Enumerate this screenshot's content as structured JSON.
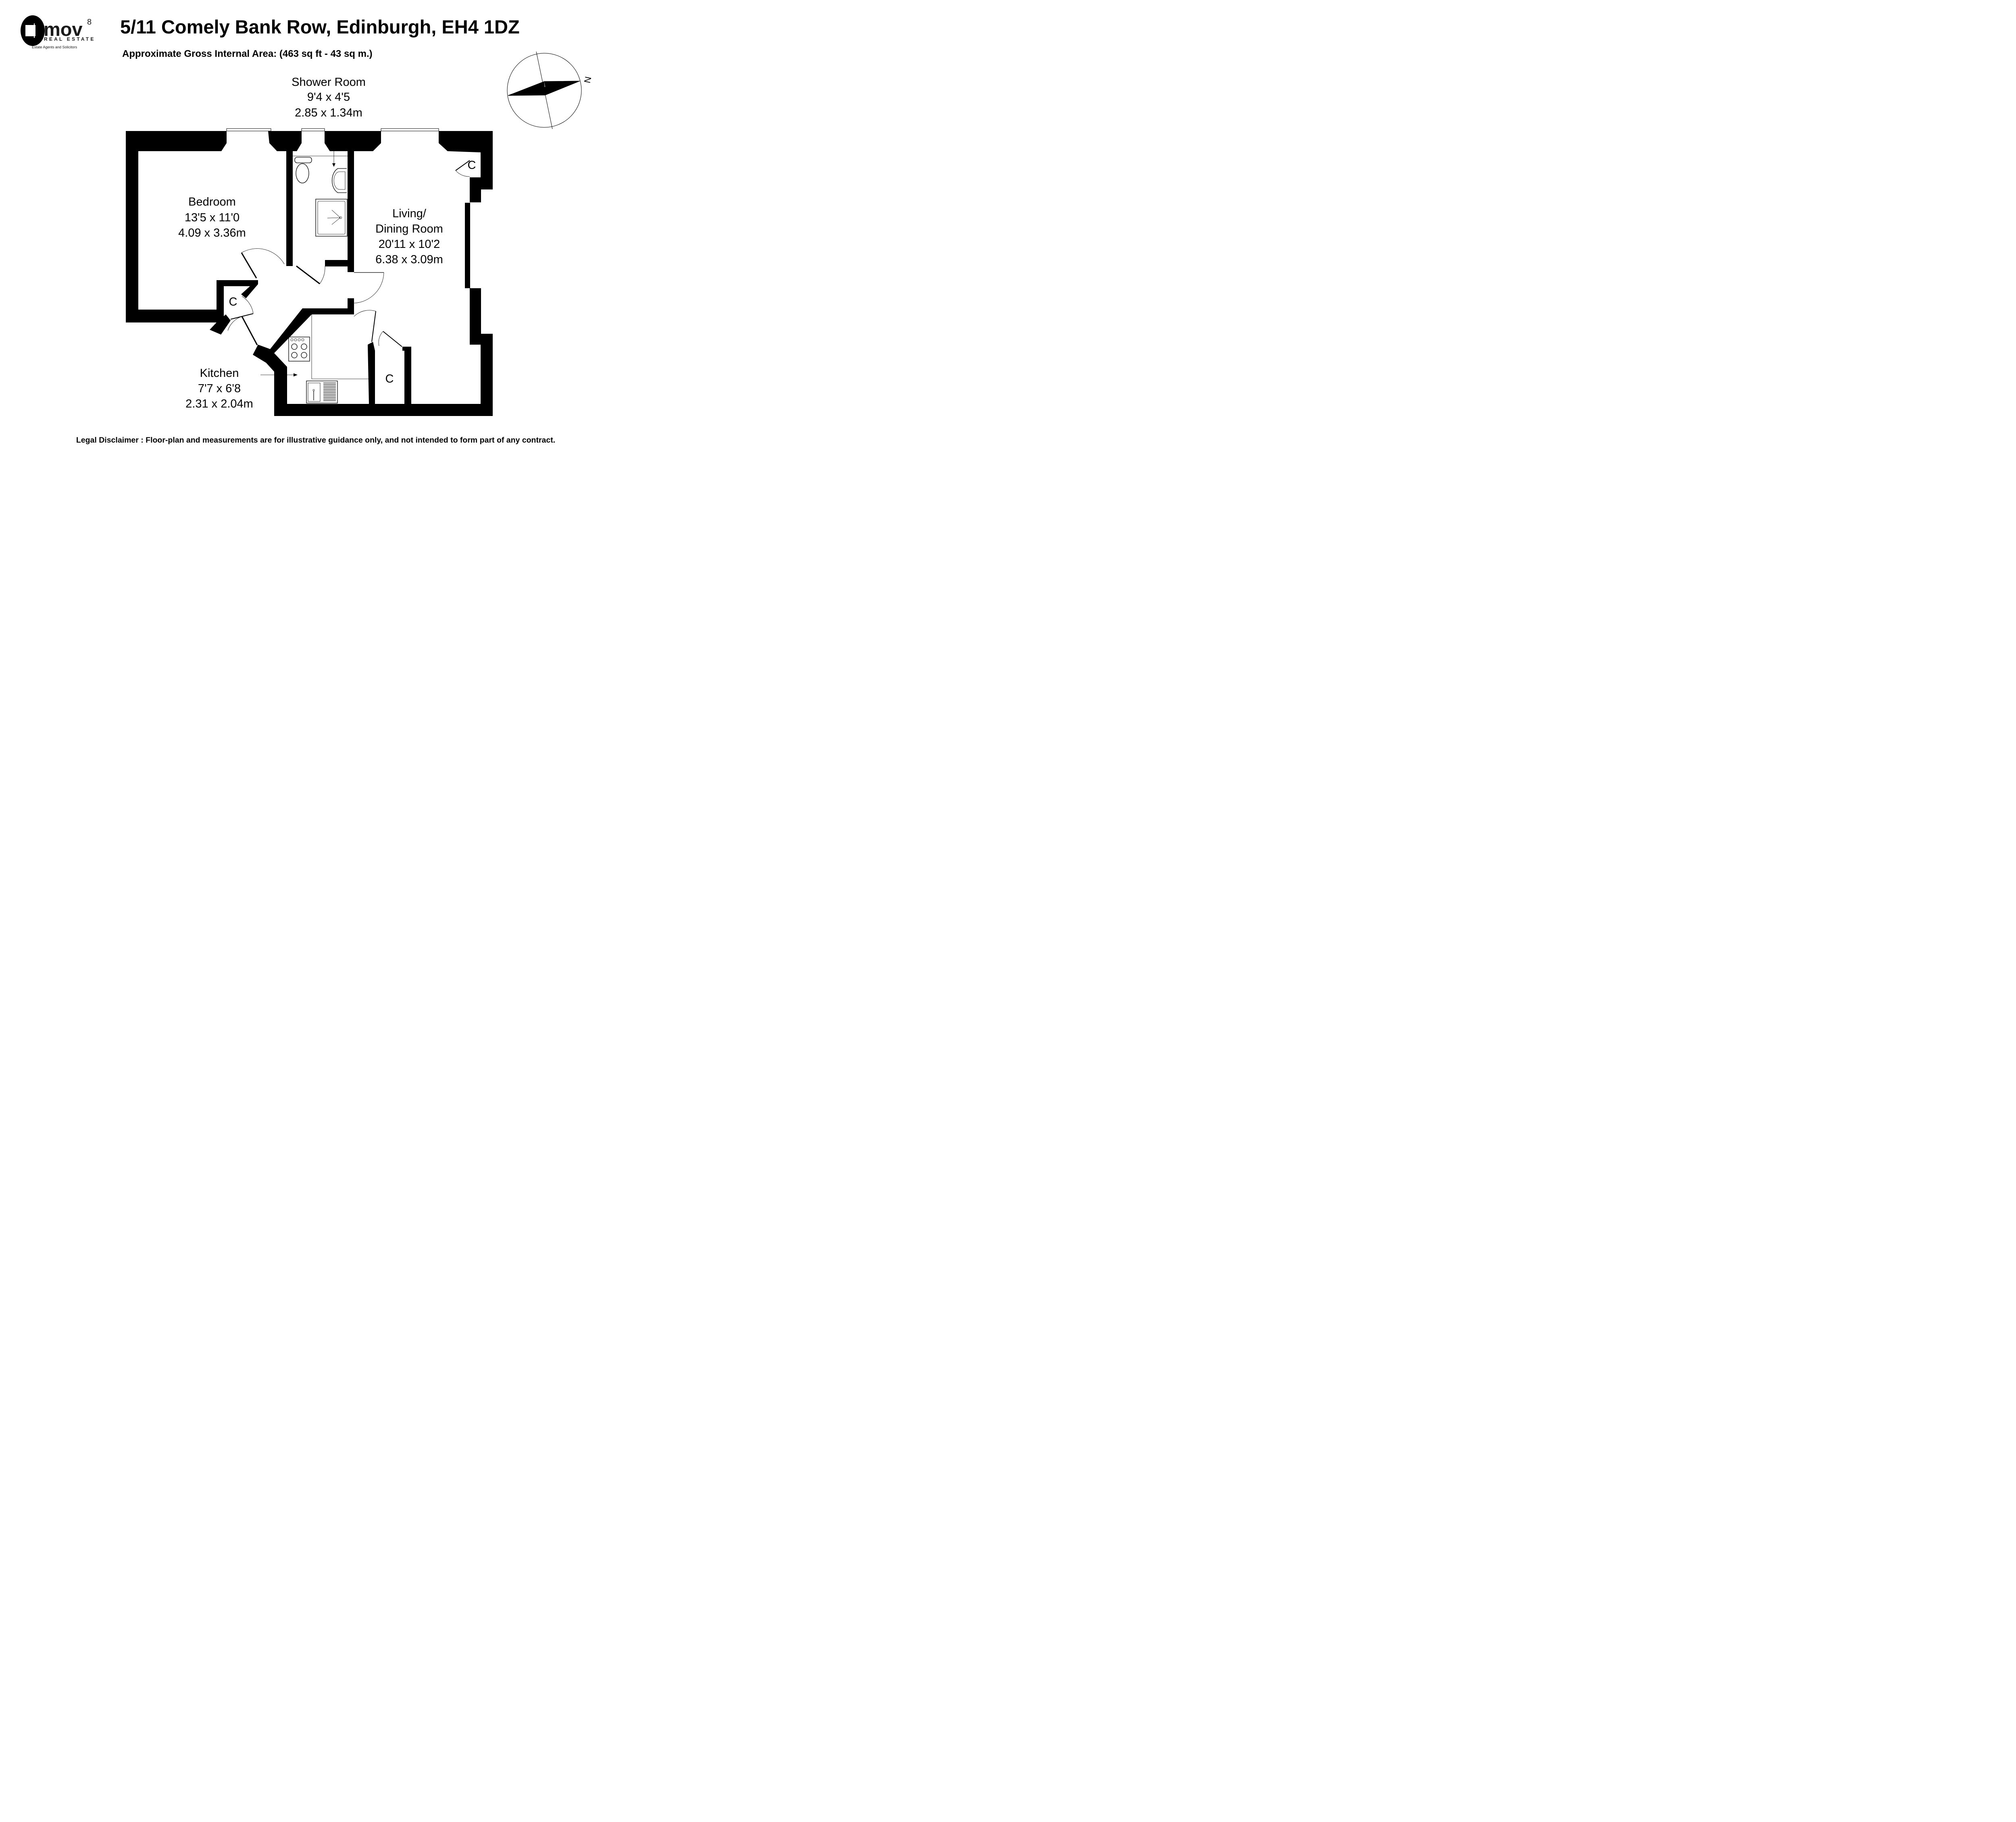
{
  "header": {
    "title": "5/11 Comely Bank Row, Edinburgh, EH4 1DZ",
    "subtitle": "Approximate Gross Internal Area: (463 sq ft - 43 sq m.)"
  },
  "logo": {
    "brand": "mov",
    "superscript": "8",
    "line2": "REAL ESTATE",
    "tagline": "Estate Agents and Solicitors"
  },
  "rooms": {
    "shower": {
      "name": "Shower Room",
      "imperial": "9'4 x 4'5",
      "metric": "2.85 x 1.34m"
    },
    "bedroom": {
      "name": "Bedroom",
      "imperial": "13'5 x 11'0",
      "metric": "4.09 x 3.36m"
    },
    "living": {
      "name1": "Living/",
      "name2": "Dining Room",
      "imperial": "20'11 x 10'2",
      "metric": "6.38 x 3.09m"
    },
    "kitchen": {
      "name": "Kitchen",
      "imperial": "7'7 x 6'8",
      "metric": "2.31 x 2.04m"
    }
  },
  "cupboards": {
    "label": "C"
  },
  "compass": {
    "north": "N"
  },
  "footer": {
    "disclaimer": "Legal Disclaimer : Floor-plan and measurements are for illustrative guidance only, and not intended to form part of any contract."
  }
}
